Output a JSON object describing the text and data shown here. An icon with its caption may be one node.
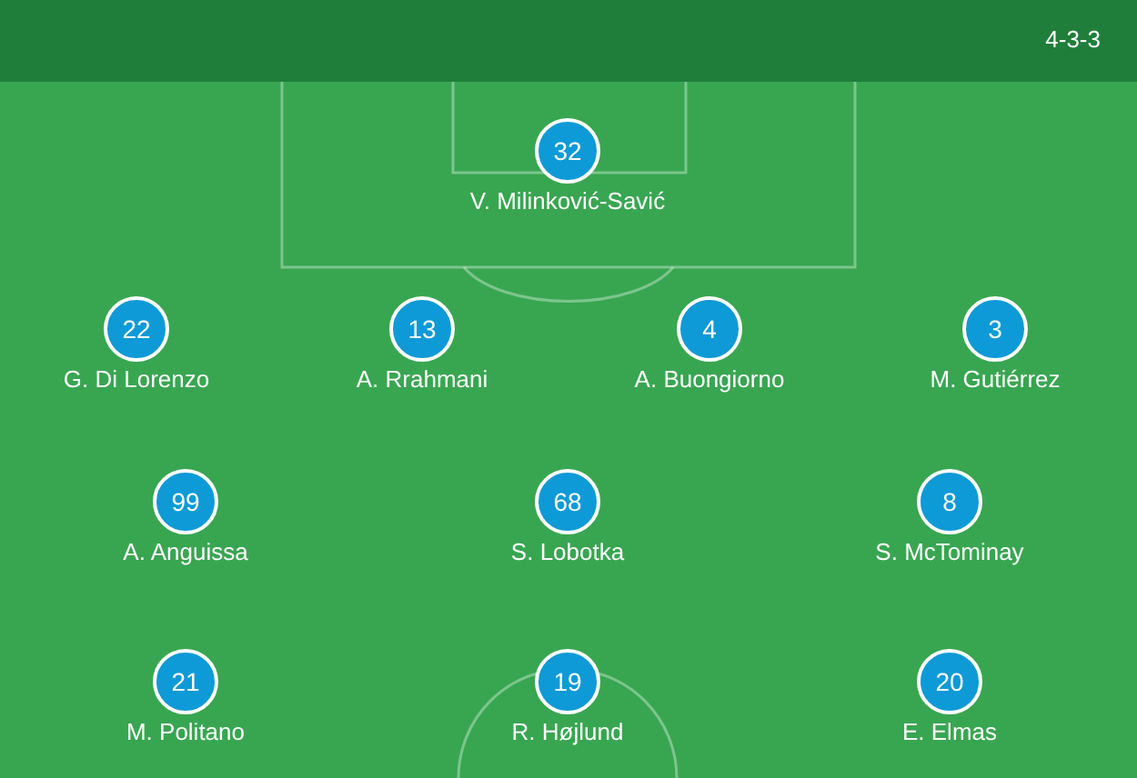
{
  "diagram": {
    "nodes": [
      {
        "text": [
          "32",
          "V. Milinković-Savić"
        ]
      },
      {
        "text": [
          "22",
          "G. Di Lorenzo"
        ]
      },
      {
        "text": [
          "13",
          "A. Rrahmani"
        ]
      },
      {
        "text": [
          "4",
          "A. Buongiorno"
        ]
      },
      {
        "text": [
          "3",
          "M. Gutiérrez"
        ]
      },
      {
        "text": [
          "99",
          "A. Anguissa"
        ]
      },
      {
        "text": [
          "68",
          "S. Lobotka"
        ]
      },
      {
        "text": [
          "8",
          "S. McTominay"
        ]
      },
      {
        "text": [
          "21",
          "M. Politano"
        ]
      },
      {
        "text": [
          "19",
          "R. Højlund"
        ]
      },
      {
        "text": [
          "20",
          "E. Elmas"
        ]
      }
    ],
    "labels": [
      "4-3-3"
    ]
  }
}
